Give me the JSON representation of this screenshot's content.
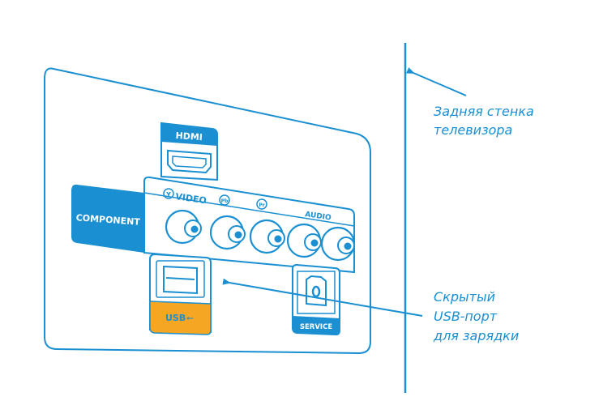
{
  "colors": {
    "line": "#1a8fd1",
    "fill_blue": "#1a8fd1",
    "fill_orange": "#f5a623",
    "text_white": "#ffffff",
    "annotation_text": "#1a8fd1"
  },
  "panel": {
    "hdmi_label": "HDMI",
    "component_label": "COMPONENT",
    "video_label": "VIDEO",
    "y_mark": "Y",
    "pb_mark": "Pb",
    "pr_mark": "Pr",
    "audio_label": "AUDIO",
    "usb_label": "USB",
    "service_label": "SERVICE"
  },
  "annotations": {
    "tv_back_wall": [
      "Задняя стенка",
      "телевизора"
    ],
    "hidden_usb": [
      "Скрытый",
      "USB-порт",
      "для зарядки"
    ]
  }
}
